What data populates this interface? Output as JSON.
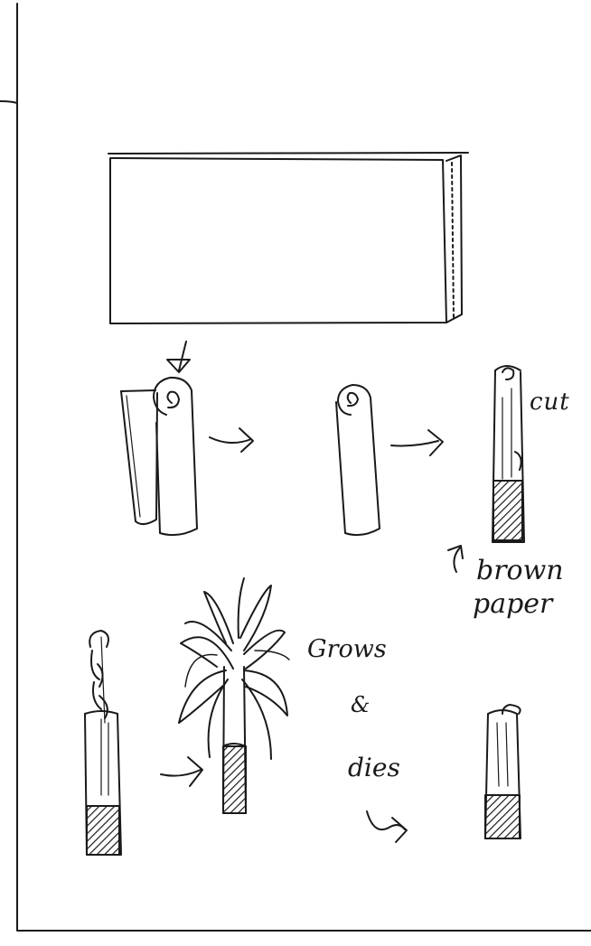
{
  "labels": {
    "cut": "cut",
    "brown": "brown",
    "paper": "paper",
    "grows": "Grows",
    "and": "&",
    "dies": "dies"
  },
  "colors": {
    "ink": "#1a1a1a",
    "paper": "#ffffff"
  }
}
